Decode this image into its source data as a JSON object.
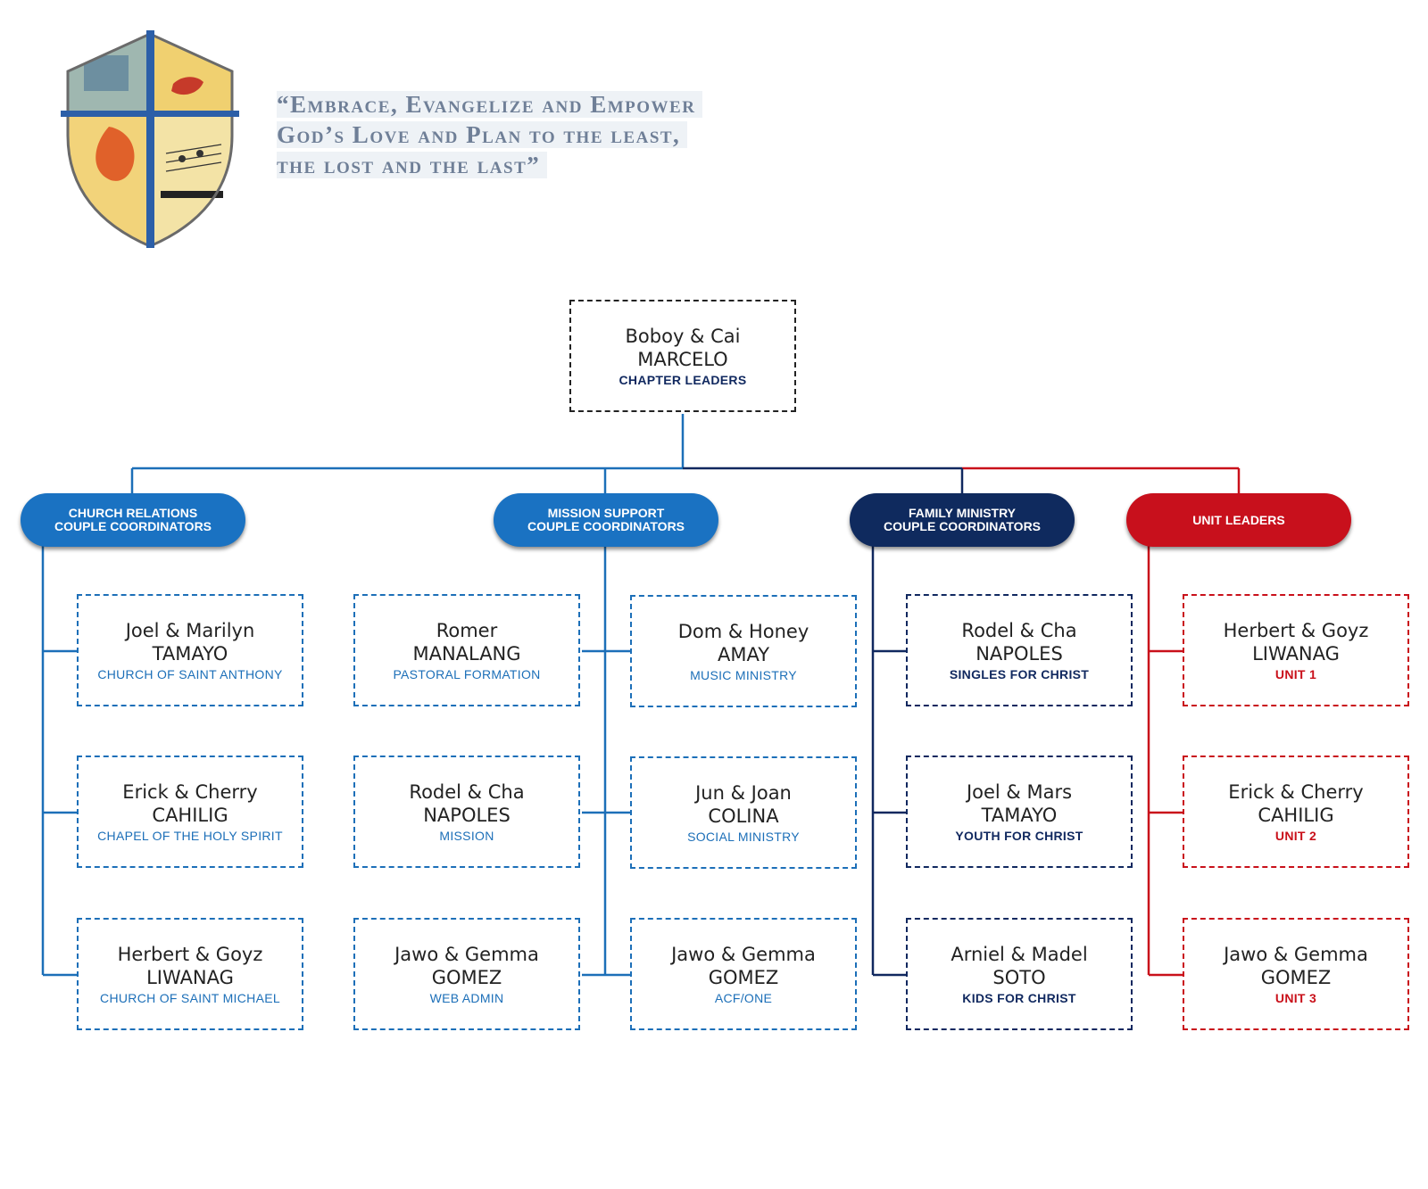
{
  "motto": {
    "line1": "“Embrace, Evangelize and Empower",
    "line2": "God’s Love and Plan to the least,",
    "line3": "the lost and the last”"
  },
  "colors": {
    "blue": "#1c6fb8",
    "navy": "#10285f",
    "red": "#c9101a",
    "motto": "#6f7f97"
  },
  "top": {
    "name": "Boboy & Cai",
    "surname": "MARCELO",
    "role": "CHAPTER LEADERS"
  },
  "groups": [
    {
      "line1": "CHURCH RELATIONS",
      "line2": "COUPLE COORDINATORS"
    },
    {
      "line1": "MISSION SUPPORT",
      "line2": "COUPLE COORDINATORS"
    },
    {
      "line1": "FAMILY MINISTRY",
      "line2": "COUPLE COORDINATORS"
    },
    {
      "line1": "UNIT LEADERS",
      "line2": ""
    }
  ],
  "church_relations": [
    {
      "name": "Joel & Marilyn",
      "surname": "TAMAYO",
      "role": "CHURCH OF SAINT ANTHONY"
    },
    {
      "name": "Erick & Cherry",
      "surname": "CAHILIG",
      "role": "CHAPEL OF THE HOLY SPIRIT"
    },
    {
      "name": "Herbert & Goyz",
      "surname": "LIWANAG",
      "role": "CHURCH OF SAINT MICHAEL"
    }
  ],
  "mission_left": [
    {
      "name": "Romer",
      "surname": "MANALANG",
      "role": "PASTORAL FORMATION"
    },
    {
      "name": "Rodel & Cha",
      "surname": "NAPOLES",
      "role": "MISSION"
    },
    {
      "name": "Jawo & Gemma",
      "surname": "GOMEZ",
      "role": "WEB ADMIN"
    }
  ],
  "mission_right": [
    {
      "name": "Dom & Honey",
      "surname": "AMAY",
      "role": "MUSIC MINISTRY"
    },
    {
      "name": "Jun & Joan",
      "surname": "COLINA",
      "role": "SOCIAL MINISTRY"
    },
    {
      "name": "Jawo & Gemma",
      "surname": "GOMEZ",
      "role": "ACF/ONE"
    }
  ],
  "family_ministry": [
    {
      "name": "Rodel & Cha",
      "surname": "NAPOLES",
      "role": "SINGLES FOR CHRIST"
    },
    {
      "name": "Joel & Mars",
      "surname": "TAMAYO",
      "role": "YOUTH FOR CHRIST"
    },
    {
      "name": "Arniel & Madel",
      "surname": "SOTO",
      "role": "KIDS FOR CHRIST"
    }
  ],
  "unit_leaders": [
    {
      "name": "Herbert & Goyz",
      "surname": "LIWANAG",
      "role": "UNIT 1"
    },
    {
      "name": "Erick & Cherry",
      "surname": "CAHILIG",
      "role": "UNIT 2"
    },
    {
      "name": "Jawo & Gemma",
      "surname": "GOMEZ",
      "role": "UNIT 3"
    }
  ]
}
